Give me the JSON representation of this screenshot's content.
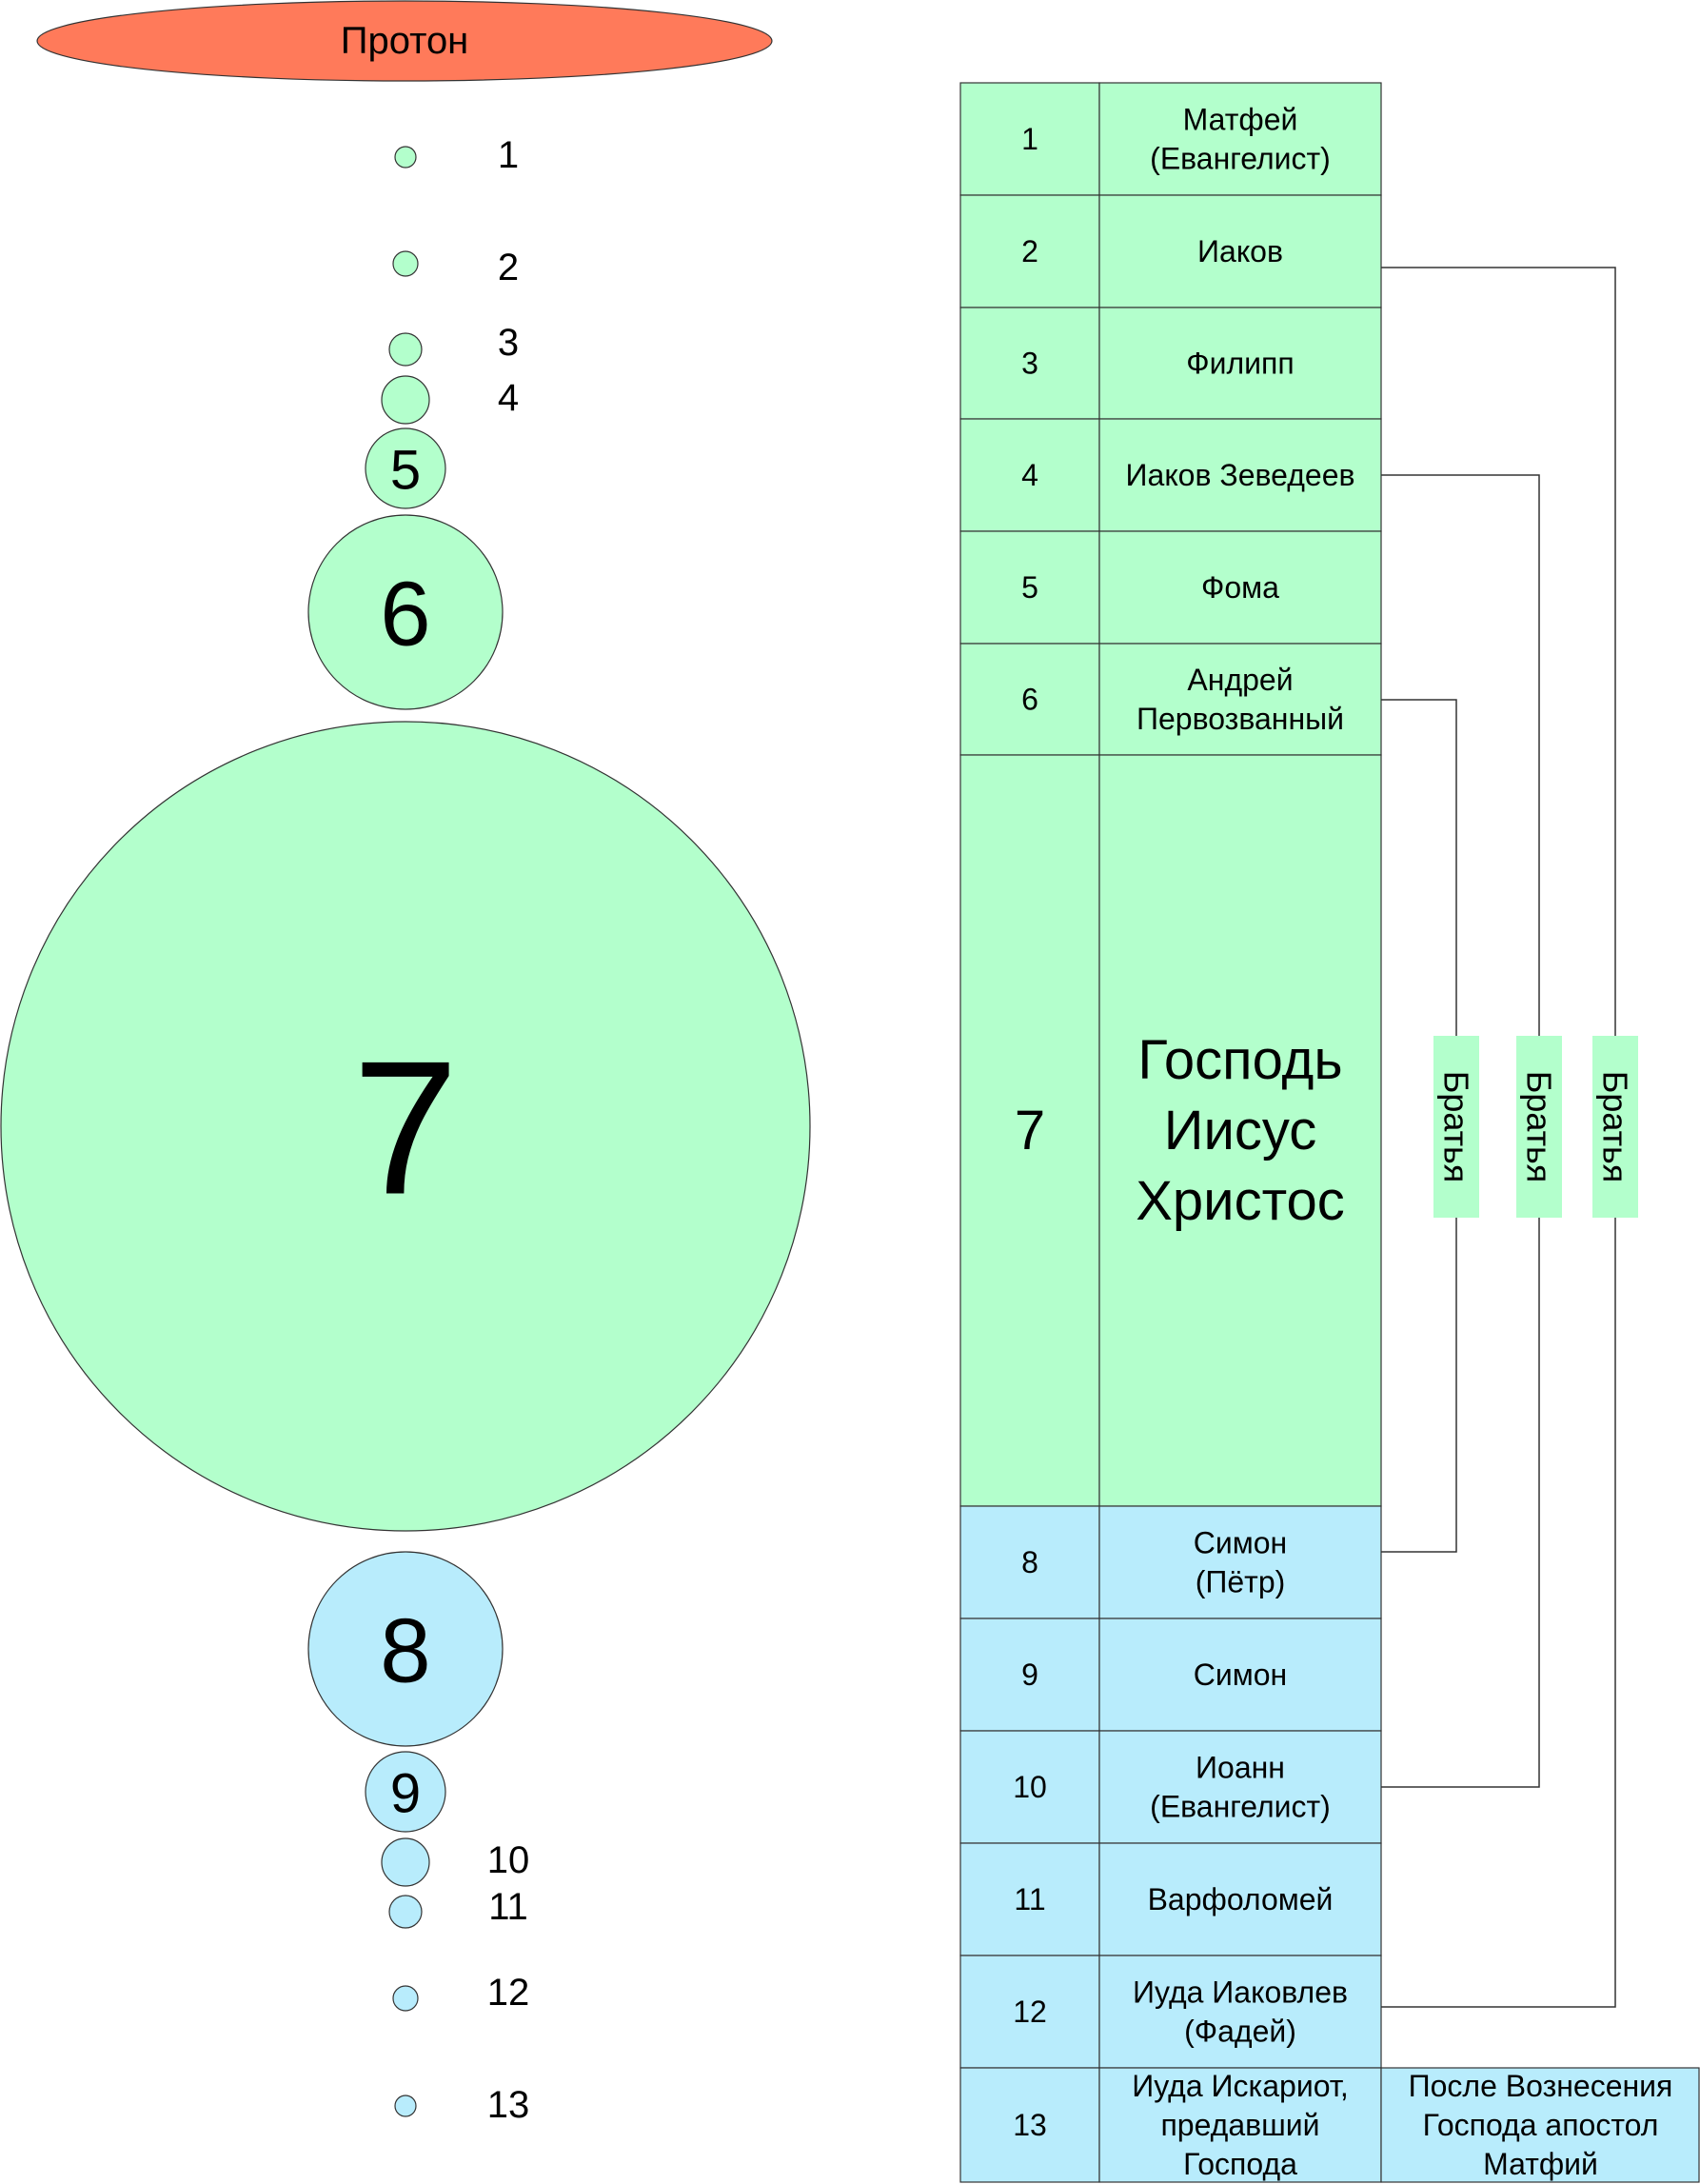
{
  "proton": {
    "label": "Протон",
    "fill": "#ff7a5a"
  },
  "colors": {
    "green": "#b3ffcc",
    "blue": "#b8ecfc",
    "stroke": "#333333"
  },
  "circles": [
    {
      "num": "1",
      "group": "green"
    },
    {
      "num": "2",
      "group": "green"
    },
    {
      "num": "3",
      "group": "green"
    },
    {
      "num": "4",
      "group": "green"
    },
    {
      "num": "5",
      "group": "green"
    },
    {
      "num": "6",
      "group": "green"
    },
    {
      "num": "7",
      "group": "green"
    },
    {
      "num": "8",
      "group": "blue"
    },
    {
      "num": "9",
      "group": "blue"
    },
    {
      "num": "10",
      "group": "blue"
    },
    {
      "num": "11",
      "group": "blue"
    },
    {
      "num": "12",
      "group": "blue"
    },
    {
      "num": "13",
      "group": "blue"
    }
  ],
  "table": {
    "rows": [
      {
        "num": "1",
        "name": [
          "Матфей",
          "(Евангелист)"
        ],
        "group": "green"
      },
      {
        "num": "2",
        "name": [
          "Иаков"
        ],
        "group": "green"
      },
      {
        "num": "3",
        "name": [
          "Филипп"
        ],
        "group": "green"
      },
      {
        "num": "4",
        "name": [
          "Иаков Зеведеев"
        ],
        "group": "green"
      },
      {
        "num": "5",
        "name": [
          "Фома"
        ],
        "group": "green"
      },
      {
        "num": "6",
        "name": [
          "Андрей",
          "Первозванный"
        ],
        "group": "green"
      },
      {
        "num": "7",
        "name": [
          "Господь",
          "Иисус",
          "Христос"
        ],
        "group": "green"
      },
      {
        "num": "8",
        "name": [
          "Симон",
          "(Пётр)"
        ],
        "group": "blue"
      },
      {
        "num": "9",
        "name": [
          "Симон"
        ],
        "group": "blue"
      },
      {
        "num": "10",
        "name": [
          "Иоанн",
          "(Евангелист)"
        ],
        "group": "blue"
      },
      {
        "num": "11",
        "name": [
          "Варфоломей"
        ],
        "group": "blue"
      },
      {
        "num": "12",
        "name": [
          "Иуда Иаковлев",
          "(Фадей)"
        ],
        "group": "blue"
      },
      {
        "num": "13",
        "name": [
          "Иуда Искариот,",
          "предавший",
          "Господа"
        ],
        "group": "blue"
      }
    ],
    "extra_cell": [
      "После Вознесения",
      "Господа апостол",
      "Матфий"
    ]
  },
  "brothers": [
    {
      "label": "Братья",
      "from": "6",
      "to": "8"
    },
    {
      "label": "Братья",
      "from": "4",
      "to": "10"
    },
    {
      "label": "Братья",
      "from": "2",
      "to": "12"
    }
  ]
}
